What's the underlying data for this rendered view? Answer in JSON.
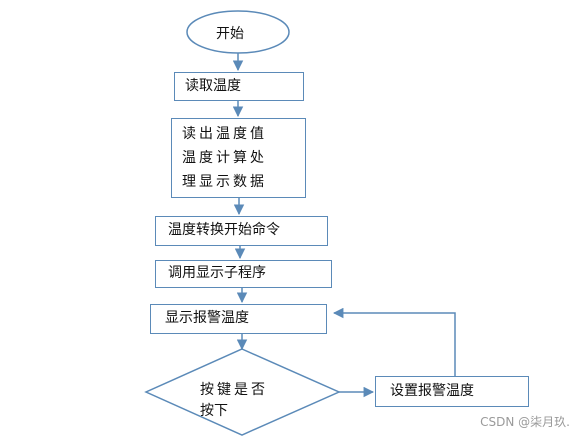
{
  "flowchart": {
    "start": "开始",
    "read_temp": "读取温度",
    "process_lines": [
      "读出温度值",
      "温度计算处",
      "理显示数据"
    ],
    "convert_cmd": "温度转换开始命令",
    "call_display": "调用显示子程序",
    "show_alarm": "显示报警温度",
    "decision_lines": [
      "按键是否",
      "按下"
    ],
    "set_alarm": "设置报警温度"
  },
  "watermark": "CSDN @柒月玖."
}
